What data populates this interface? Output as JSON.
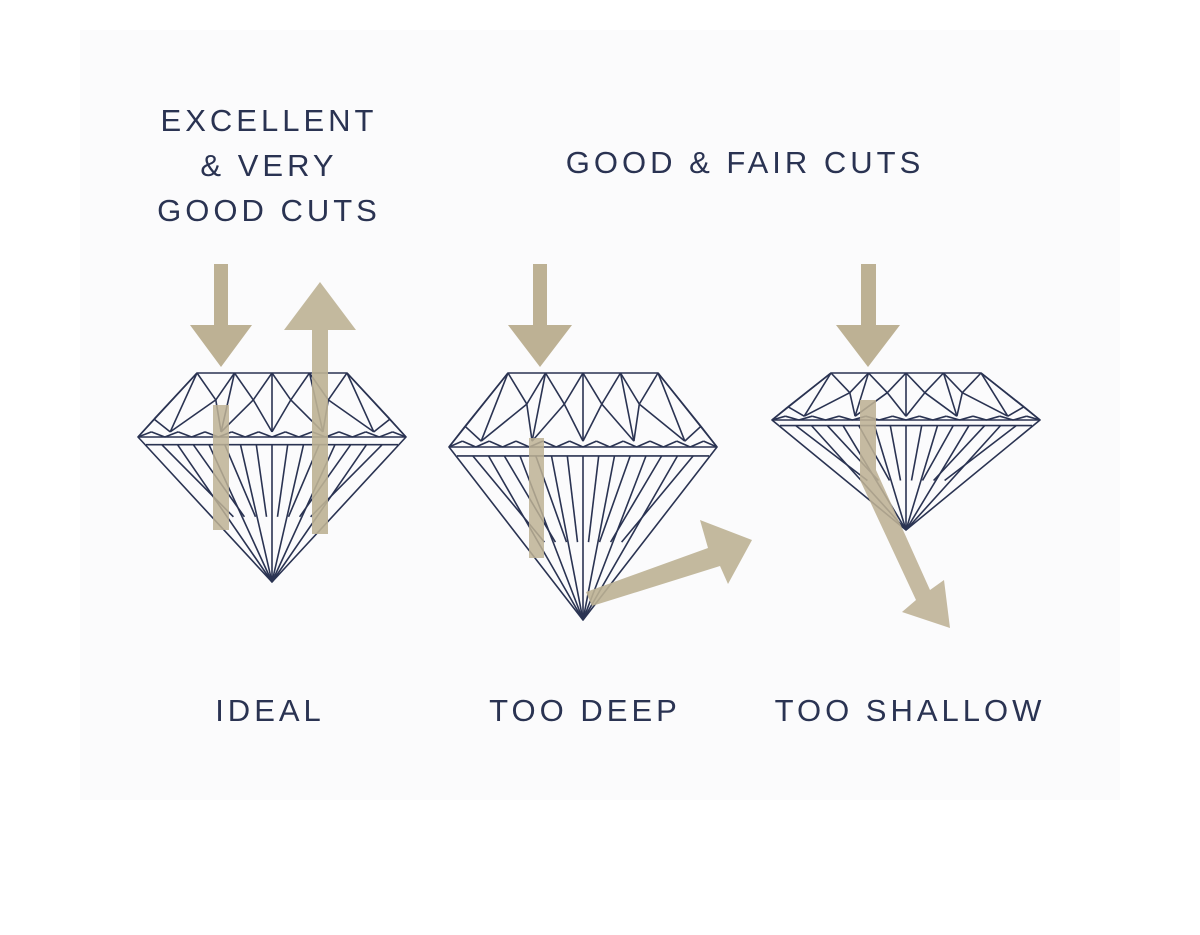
{
  "colors": {
    "navy": "#2a3352",
    "tan": "#bdb194",
    "page_bg": "#ffffff",
    "panel_bg": "#fbfbfc"
  },
  "headings": {
    "excellent": [
      "EXCELLENT",
      "& VERY",
      "GOOD CUTS"
    ],
    "good_fair": "GOOD & FAIR CUTS"
  },
  "labels": {
    "ideal": "IDEAL",
    "too_deep": "TOO DEEP",
    "too_shallow": "TOO SHALLOW"
  },
  "icons": {
    "diamonds": [
      "ideal-diamond-icon",
      "too-deep-diamond-icon",
      "too-shallow-diamond-icon"
    ],
    "arrows": [
      "incoming-light-arrow-icon",
      "reflected-light-arrow-icon",
      "escaping-light-arrow-icon"
    ]
  }
}
